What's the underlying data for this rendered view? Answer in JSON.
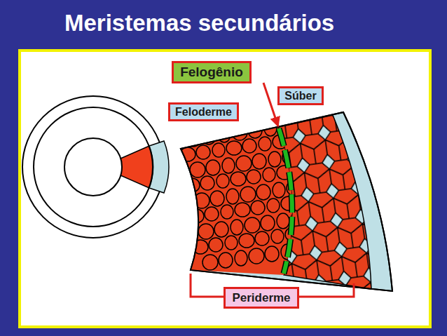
{
  "diagram": {
    "title": "Meristemas secundários",
    "nodes": [
      {
        "text": [
          "Felogênio"
        ]
      },
      {
        "text": [
          "Súber"
        ]
      },
      {
        "text": [
          "Feloderme"
        ]
      },
      {
        "text": [
          "Periderme"
        ]
      }
    ]
  }
}
